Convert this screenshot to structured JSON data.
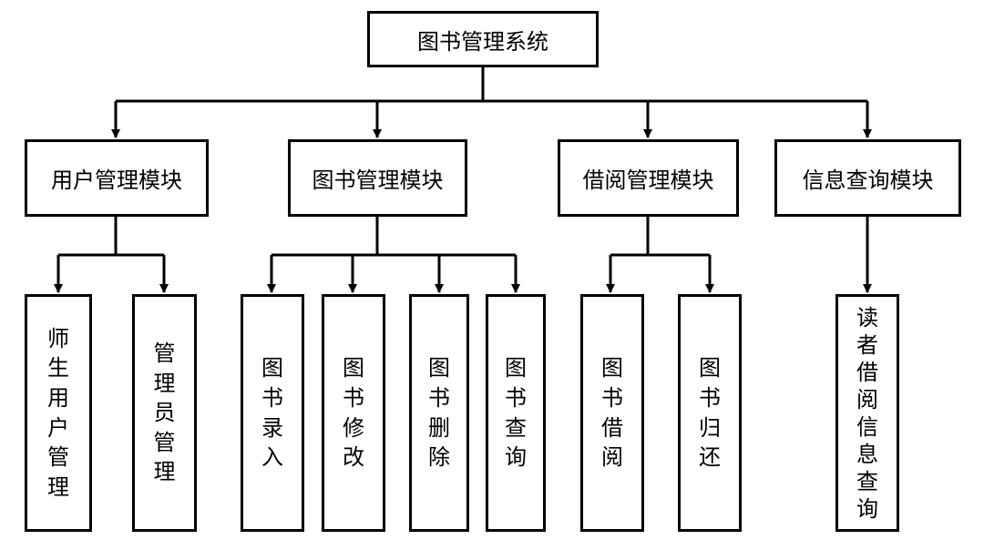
{
  "root": {
    "label": "图书管理系统"
  },
  "modules": [
    {
      "label": "用户管理模块",
      "children": [
        "师生用户管理",
        "管理员管理"
      ]
    },
    {
      "label": "图书管理模块",
      "children": [
        "图书录入",
        "图书修改",
        "图书删除",
        "图书查询"
      ]
    },
    {
      "label": "借阅管理模块",
      "children": [
        "图书借阅",
        "图书归还"
      ]
    },
    {
      "label": "信息查询模块",
      "children": [
        "读者借阅信息查询"
      ]
    }
  ]
}
